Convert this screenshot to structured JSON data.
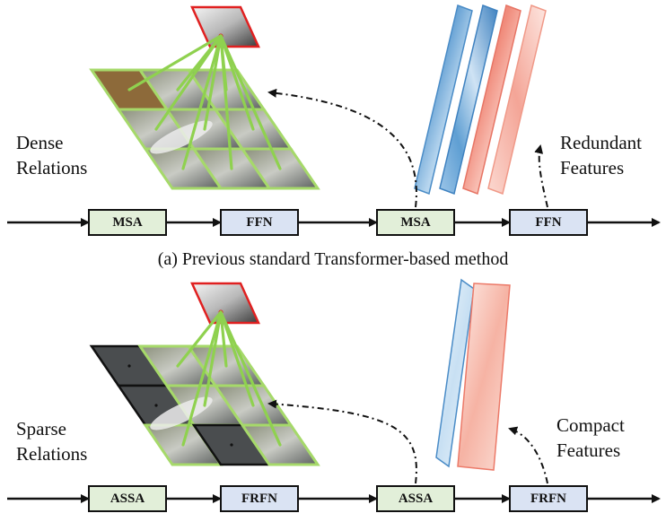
{
  "panels": {
    "a": {
      "left_label": [
        "Dense",
        "Relations"
      ],
      "right_label": [
        "Redundant",
        "Features"
      ],
      "caption": "(a) Previous standard Transformer-based method",
      "blocks": [
        "MSA",
        "FFN",
        "MSA",
        "FFN"
      ]
    },
    "b": {
      "left_label": [
        "Sparse",
        "Relations"
      ],
      "right_label": [
        "Compact",
        "Features"
      ],
      "blocks": [
        "ASSA",
        "FRFN",
        "ASSA",
        "FRFN"
      ]
    }
  },
  "colors": {
    "attention_block_fill": "#e2efd9",
    "ffn_block_fill": "#dae3f3",
    "query_border": "#e02020",
    "relation_line": "#8fd14f",
    "grid_border_a": "#a6d96a",
    "map_blue": "#6aa6d6",
    "map_red": "#f08a7a"
  }
}
